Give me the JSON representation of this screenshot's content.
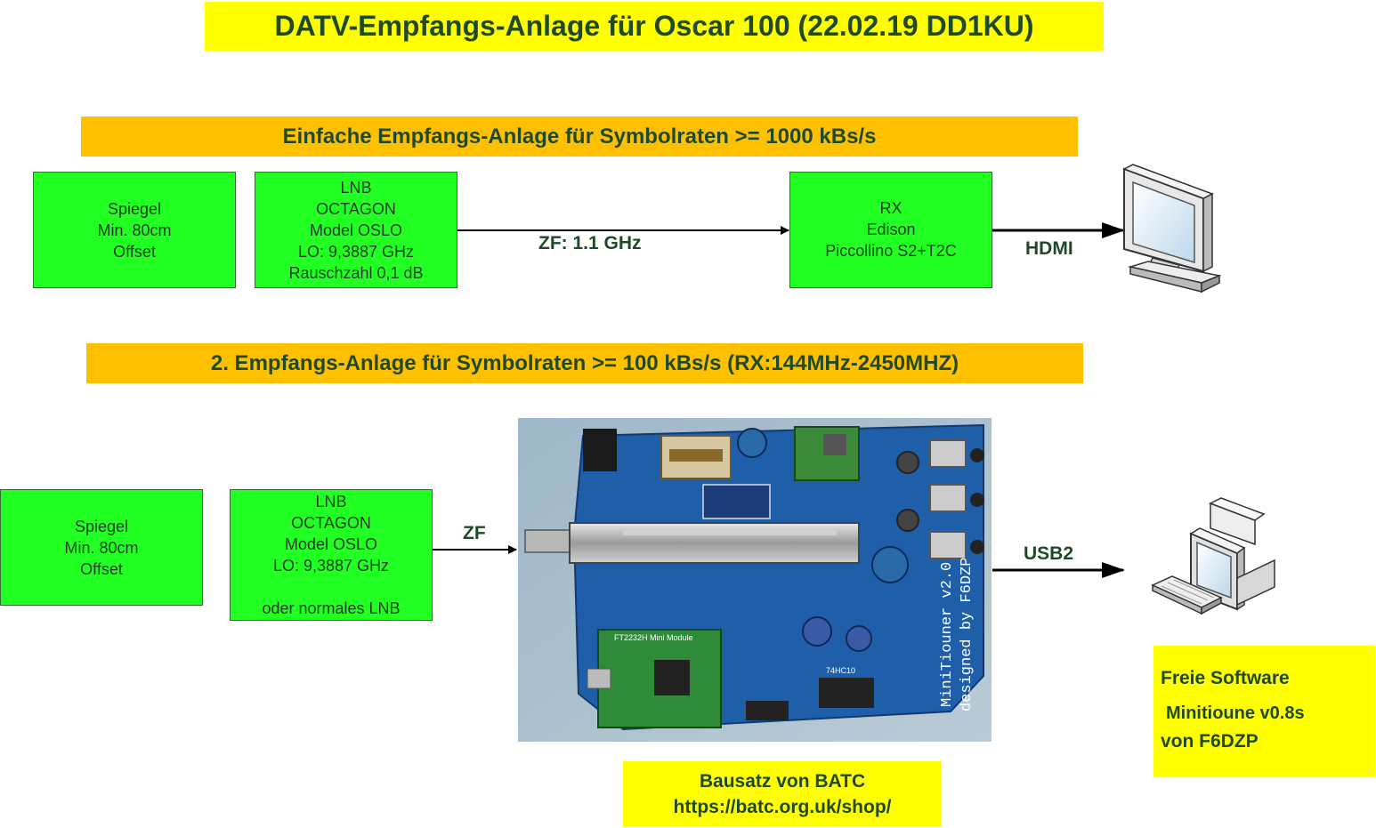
{
  "title": "DATV-Empfangs-Anlage für Oscar 100 (22.02.19 DD1KU)",
  "section1": {
    "banner": "Einfache Empfangs-Anlage für Symbolraten >= 1000 kBs/s",
    "mirror": [
      "Spiegel",
      "Min. 80cm",
      "Offset"
    ],
    "lnb": [
      "LNB",
      "OCTAGON",
      "Model OSLO",
      "LO: 9,3887 GHz",
      "Rauschzahl 0,1 dB"
    ],
    "if_label": "ZF: 1.1 GHz",
    "rx": [
      "RX",
      "Edison",
      "Piccollino S2+T2C"
    ],
    "output_label": "HDMI"
  },
  "section2": {
    "banner": "2.  Empfangs-Anlage für Symbolraten >= 100 kBs/s (RX:144MHz-2450MHZ)",
    "mirror": [
      "Spiegel",
      "Min. 80cm",
      "Offset"
    ],
    "lnb": [
      "LNB",
      "OCTAGON",
      "Model OSLO",
      "LO: 9,3887 GHz",
      "",
      "oder normales LNB"
    ],
    "if_label": "ZF",
    "output_label": "USB2",
    "board_silkscreen": [
      "MiniTiouner v2.0",
      "designed by F6DZP",
      "FT2232H Mini Module",
      "74HC10"
    ],
    "kit_box": [
      "Bausatz von BATC",
      "https://batc.org.uk/shop/"
    ],
    "software_box": [
      "Freie Software",
      "Minitioune v0.8s",
      "von F6DZP"
    ]
  }
}
